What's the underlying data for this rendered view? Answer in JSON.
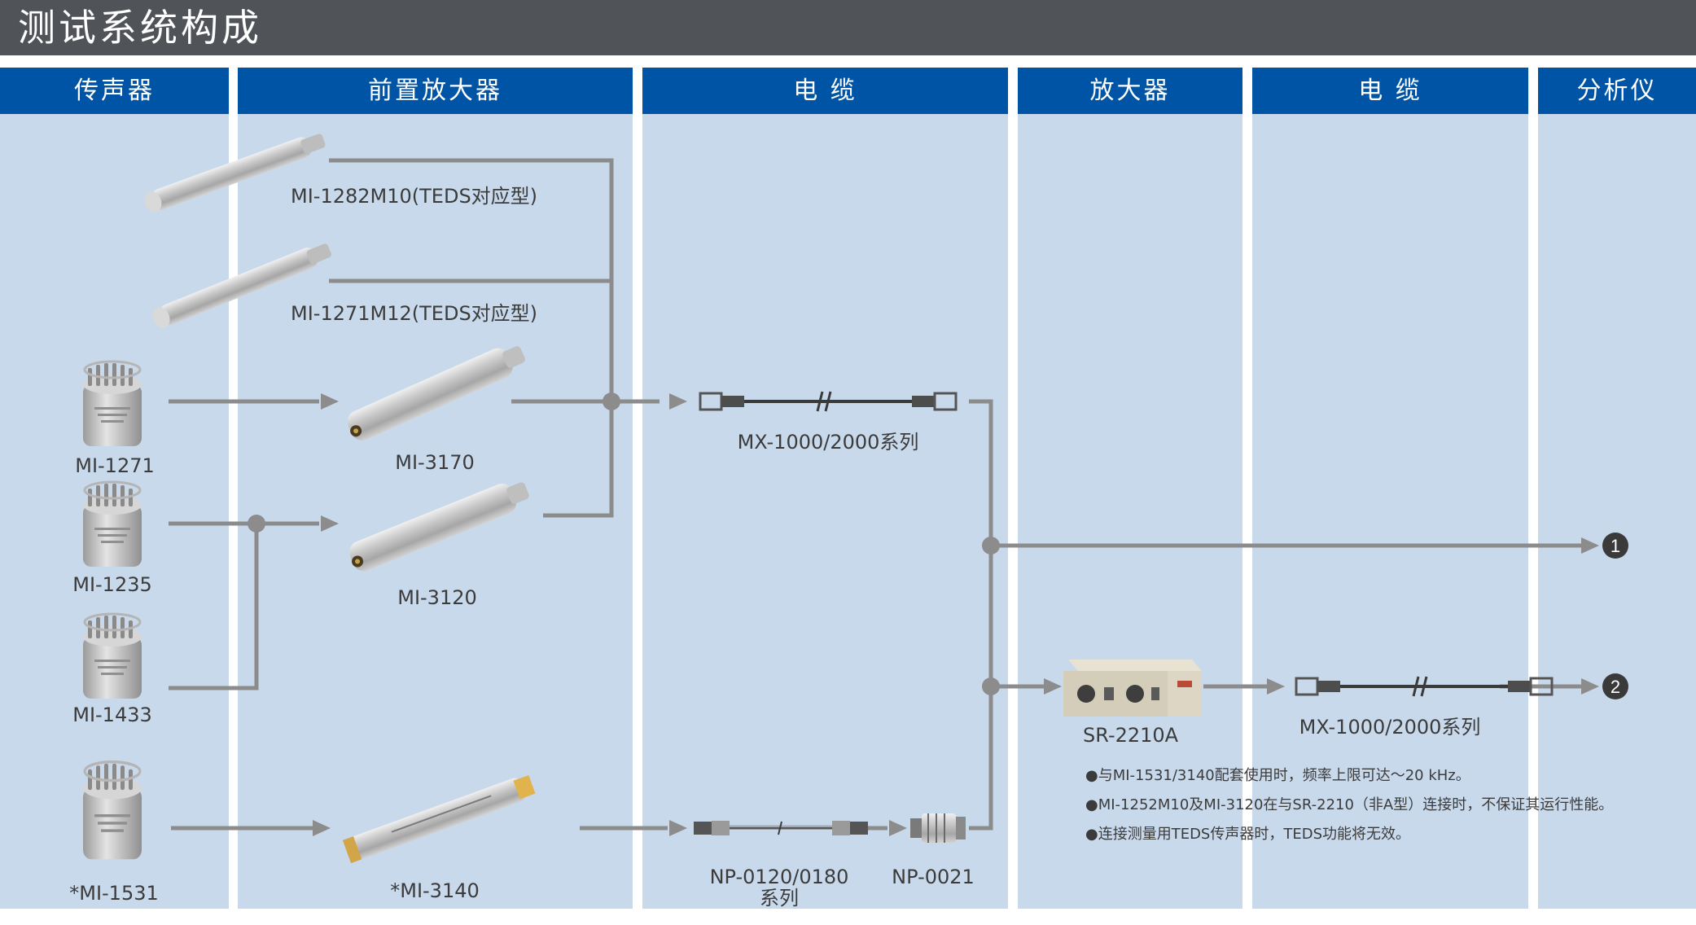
{
  "title": "测试系统构成",
  "columns": [
    {
      "header": "传声器"
    },
    {
      "header": "前置放大器"
    },
    {
      "header": "电  缆"
    },
    {
      "header": "放大器"
    },
    {
      "header": "电  缆"
    },
    {
      "header": "分析仪"
    }
  ],
  "microphones": [
    "MI-1271",
    "MI-1235",
    "MI-1433",
    "*MI-1531"
  ],
  "preamplifiers": [
    "MI-1282M10(TEDS对应型)",
    "MI-1271M12(TEDS对应型)",
    "MI-3170",
    "MI-3120",
    "*MI-3140"
  ],
  "cables": {
    "mx_series_1": "MX-1000/2000系列",
    "np_series_line1": "NP-0120/0180",
    "np_series_line2": "系列",
    "np_0021": "NP-0021"
  },
  "amplifier": "SR-2210A",
  "cable2": "MX-1000/2000系列",
  "outputs": [
    "1",
    "2"
  ],
  "notes": [
    "●与MI-1531/3140配套使用时，频率上限可达～20 kHz。",
    "●MI-1252M10及MI-3120在与SR-2210（非A型）连接时，不保证其运行性能。",
    "●连接测量用TEDS传声器时，TEDS功能将无效。"
  ],
  "colors": {
    "title_bar": "#505357",
    "column_header": "#0054a6",
    "column_body": "#c9d9ec",
    "connector": "#8c8c8c",
    "output_marker": "#3a3a3a"
  }
}
